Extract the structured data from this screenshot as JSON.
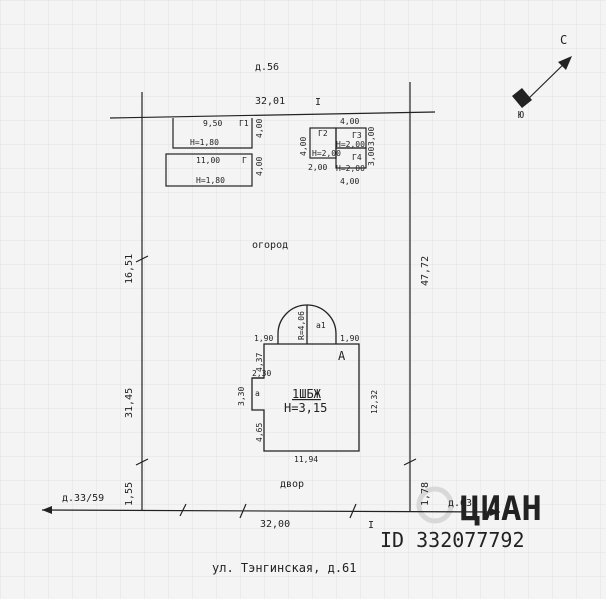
{
  "neighbors": {
    "north": "д.56",
    "west": "д.33/59",
    "east": "д.63"
  },
  "street": "ул. Тэнгинская, д.61",
  "compass": {
    "north": "С",
    "south": "Ю"
  },
  "plot": {
    "dims": {
      "top": "32,01",
      "bottom": "32,00",
      "left_upper": "16,51",
      "left_lower": "31,45",
      "left_bottom": "1,55",
      "right": "47,72",
      "right_bottom": "1,78"
    },
    "boundary_marks": {
      "top": "I",
      "bottom": "I"
    },
    "zones": {
      "garden": "огород",
      "yard": "двор"
    }
  },
  "outbuildings": [
    {
      "label": "Г1",
      "width": "9,50",
      "depth": "4,00",
      "height": "H=1,80"
    },
    {
      "label": "Г",
      "width": "11,00",
      "depth": "4,00",
      "height": "H=1,80"
    },
    {
      "label": "Г2",
      "height": "H=2,00",
      "w1": "4,00",
      "w2": "2,00"
    },
    {
      "label": "Г3",
      "top": "4,00",
      "right": "3,00",
      "height": "H=2,00"
    },
    {
      "label": "Г4",
      "right": "3,00",
      "height": "H=2,00",
      "bottom": "4,00"
    }
  ],
  "main_house": {
    "label": "А",
    "type": "1ШБЖ",
    "height": "H=3,15",
    "dims": {
      "bottom": "11,94",
      "right": "12,32",
      "left_lower": "4,65",
      "left_upper": "4,37",
      "top_left": "1,90",
      "top_right": "1,90",
      "porch_side": "3,30",
      "porch_top": "2,30",
      "radius": "R=4,06"
    },
    "porch_label": "а",
    "front_porch_label": "а1"
  },
  "watermark": {
    "brand": "ЦИАН",
    "id": "ID 332077792"
  }
}
